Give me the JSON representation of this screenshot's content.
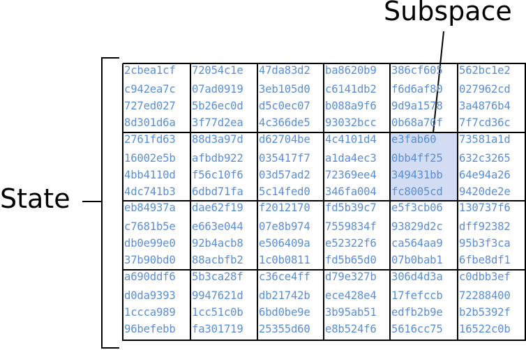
{
  "labels": {
    "subspace": "Subspace",
    "state": "State"
  },
  "colors": {
    "hex_text": "#5a8fd8",
    "highlight": "#d2dcf2",
    "grid": "#000000"
  },
  "highlight": {
    "row": 1,
    "col": 4
  },
  "rows": [
    [
      [
        "2cbea1cf",
        "c942ea7c",
        "727ed027",
        "8d301d6a"
      ],
      [
        "72054c1e",
        "07ad0919",
        "5b26ec0d",
        "3f77d2ea"
      ],
      [
        "47da83d2",
        "3eb105d0",
        "d5c0ec07",
        "4c366de5"
      ],
      [
        "ba8620b9",
        "c6141db2",
        "b088a9f6",
        "93032bcc"
      ],
      [
        "386cf605",
        "f6d6af80",
        "9d9a1578",
        "0b68a70f"
      ],
      [
        "562bc1e2",
        "027962cd",
        "3a4876b4",
        "7f7cd36c"
      ]
    ],
    [
      [
        "2761fd63",
        "16002e5b",
        "4bb4110d",
        "4dc741b3"
      ],
      [
        "88d3a97d",
        "afbdb922",
        "f56c10f6",
        "6dbd71fa"
      ],
      [
        "d62704be",
        "035417f7",
        "03d57ad2",
        "5c14fed0"
      ],
      [
        "4c4101d4",
        "a1da4ec3",
        "72369ee4",
        "346fa004"
      ],
      [
        "e3fab60",
        "0bb4ff25",
        "349431bb",
        "fc8005cd"
      ],
      [
        "73581a1d",
        "632c3265",
        "64e94a26",
        "9420de2e"
      ]
    ],
    [
      [
        "eb84937a",
        "c7681b5e",
        "db0e99e0",
        "37b90bd0"
      ],
      [
        "dae62f19",
        "e663e044",
        "92b4acb8",
        "88acbfb2"
      ],
      [
        "f2012170",
        "07e8b974",
        "e506409a",
        "1c0b0811"
      ],
      [
        "fd5b39c7",
        "7559834f",
        "e52322f6",
        "fd5b65d0"
      ],
      [
        "e5f3cb06",
        "93829d2c",
        "ca564aa9",
        "07b0bab1"
      ],
      [
        "130737f6",
        "dff92382",
        "95b3f3ca",
        "6fbe8df1"
      ]
    ],
    [
      [
        "a690ddf6",
        "d0da9393",
        "1ccca989",
        "96befebb"
      ],
      [
        "5b3ca28f",
        "9947621d",
        "1cc51c0b",
        "fa301719"
      ],
      [
        "c36ce4ff",
        "db21742b",
        "6bd0be9e",
        "25355d60"
      ],
      [
        "d79e327b",
        "ece428e4",
        "3b95ab51",
        "e8b524f6"
      ],
      [
        "306d4d3a",
        "17fefccb",
        "edfb2b9e",
        "5616cc75"
      ],
      [
        "c0dbb3ef",
        "72288400",
        "b2b5392f",
        "16522c0b"
      ]
    ]
  ]
}
